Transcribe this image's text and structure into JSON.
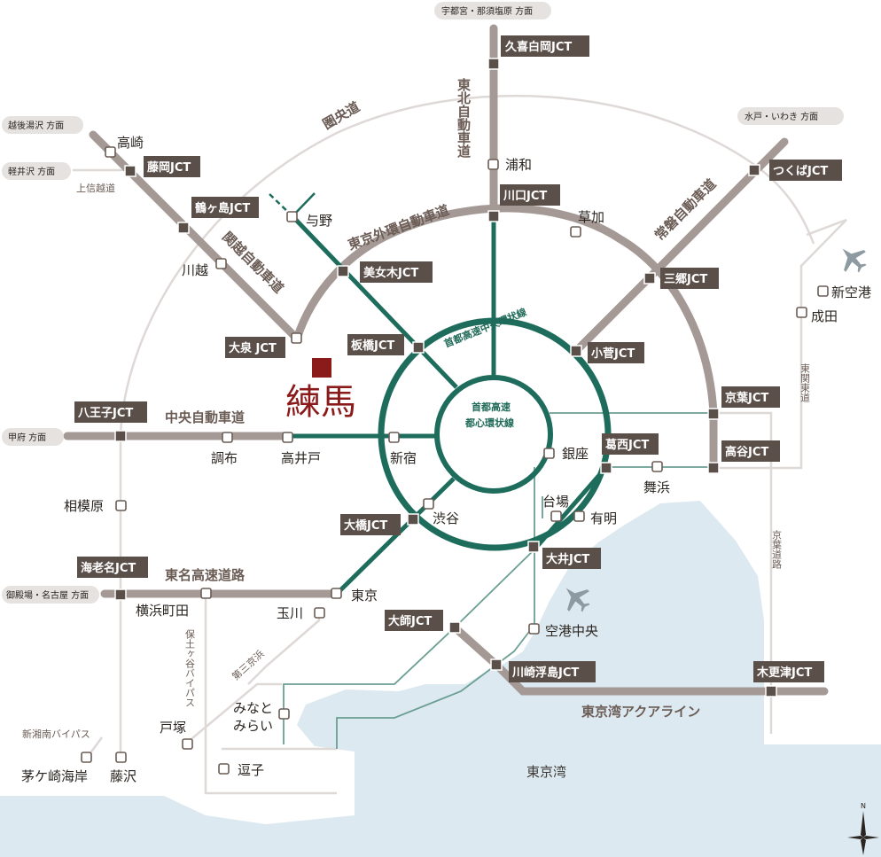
{
  "map": {
    "highlight": {
      "name": "練馬",
      "color": "#8b1a1a"
    },
    "sea_label": "東京湾",
    "compass": "N",
    "colors": {
      "sea": "#dde9f1",
      "expressway": "#a49995",
      "ring_thin": "#ded9d7",
      "shutoko": "#1e6d5c",
      "jct_box": "#5b4f4a",
      "stop": "#ffffff"
    },
    "roads": {
      "kanetsu": "関越自動車道",
      "tohoku": "東北自動車道",
      "gaikan": "東京外環自動車道",
      "joban": "常磐自動車道",
      "chuo": "中央自動車道",
      "tomei": "東名高速道路",
      "aqualine": "東京湾アクアライン",
      "kenodo": "圏央道",
      "c2": "首都高速中央環状線",
      "c1_l1": "首都高速",
      "c1_l2": "都心環状線",
      "joshinetsu": "上信越道",
      "higashikanto": "東関東道",
      "keiyo": "京葉道路",
      "hodogaya": "保土ヶ谷バイパス",
      "daisankeihin": "第三京浜",
      "shinshonan": "新湘南バイパス"
    },
    "directions": {
      "utsunomiya": "宇都宮・那須塩原 方面",
      "echigo": "越後湯沢 方面",
      "karuizawa": "軽井沢 方面",
      "mito": "水戸・いわき 方面",
      "kofu": "甲府 方面",
      "gotemba": "御殿場・名古屋 方面"
    },
    "jcts": {
      "kuki": "久喜白岡JCT",
      "fujioka": "藤岡JCT",
      "tsurugashima": "鶴ヶ島JCT",
      "oizumi": "大泉 JCT",
      "bijogi": "美女木JCT",
      "kawaguchi": "川口JCT",
      "tsukuba": "つくばJCT",
      "misato": "三郷JCT",
      "kosuge": "小菅JCT",
      "itabashi": "板橋JCT",
      "hachioji": "八王子JCT",
      "keiyo": "京葉JCT",
      "kouya": "高谷JCT",
      "kasai": "葛西JCT",
      "ohashi": "大橋JCT",
      "ebina": "海老名JCT",
      "oi": "大井JCT",
      "daishi": "大師JCT",
      "kawasaki": "川崎浮島JCT",
      "kisarazu": "木更津JCT"
    },
    "places": {
      "takasaki": "高崎",
      "urawa": "浦和",
      "yono": "与野",
      "kawagoe": "川越",
      "soka": "草加",
      "narita": "成田",
      "shinkuko": "新空港",
      "chofu": "調布",
      "takaido": "高井戸",
      "shinjuku": "新宿",
      "ginza": "銀座",
      "maihama": "舞浜",
      "sagamihara": "相模原",
      "odaiba": "台場",
      "ariake": "有明",
      "shibuya": "渋谷",
      "tokyo": "東京",
      "yokohamamachida": "横浜町田",
      "tamagawa": "玉川",
      "kukochuo": "空港中央",
      "minatomirai_l1": "みなと",
      "minatomirai_l2": "みらい",
      "totsuka": "戸塚",
      "zushi": "逗子",
      "chigasaki": "茅ケ崎海岸",
      "fujisawa": "藤沢"
    }
  }
}
